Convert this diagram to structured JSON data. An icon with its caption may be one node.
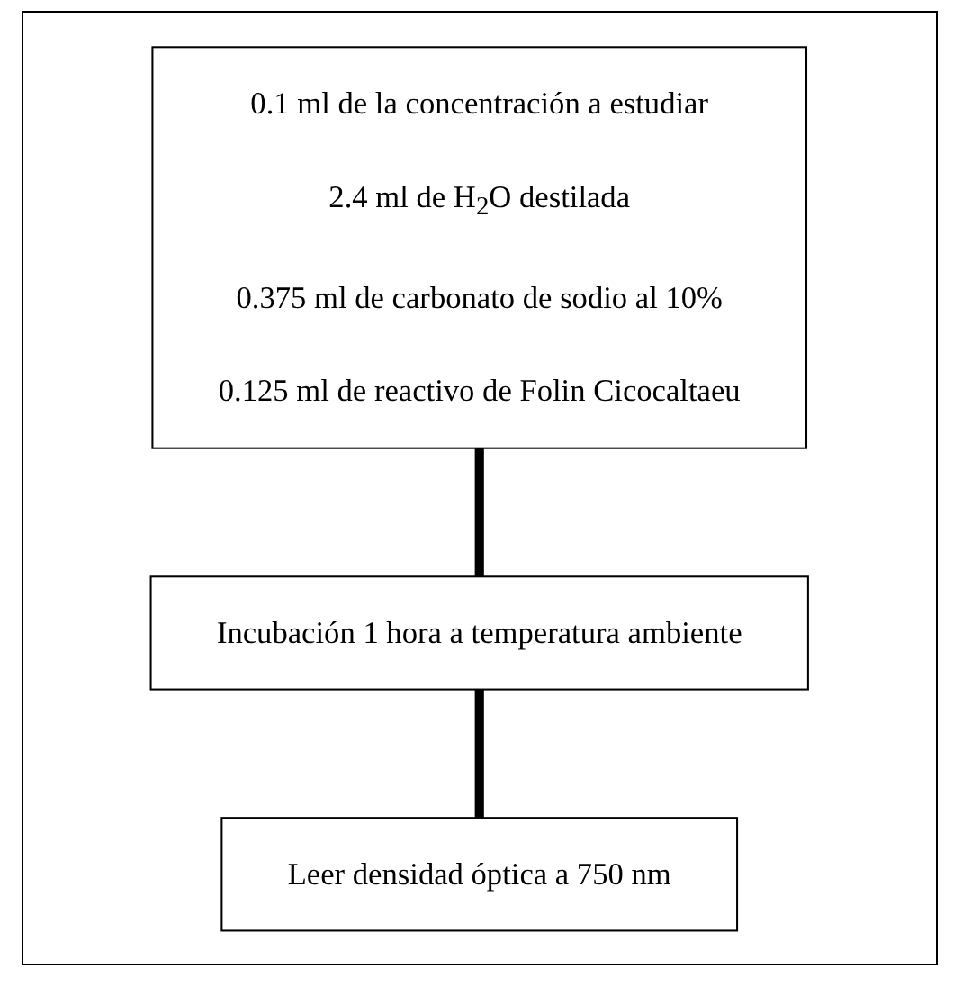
{
  "diagram": {
    "nodes": [
      {
        "text": [
          "0.1 ml de la concentración a estudiar",
          "2.4 ml de H$_{2}$O destilada",
          "0.375 ml de carbonato de sodio al 10%",
          "0.125 ml de reactivo de Folin Cicocaltaeu"
        ]
      },
      {
        "text": [
          "Incubación 1 hora a temperatura ambiente"
        ]
      },
      {
        "text": [
          "Leer densidad óptica a 750 nm"
        ]
      }
    ],
    "edges": [
      {
        "from": 0,
        "to": 1,
        "arrow": "none"
      },
      {
        "from": 1,
        "to": 2,
        "arrow": "none"
      }
    ]
  }
}
